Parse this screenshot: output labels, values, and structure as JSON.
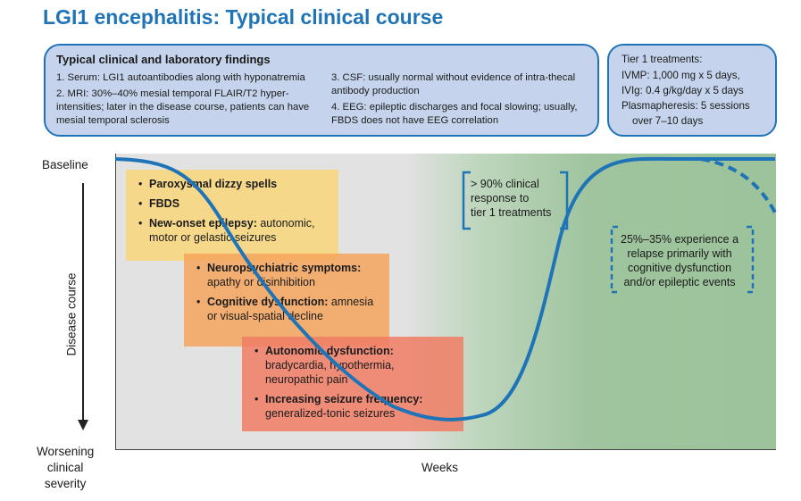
{
  "title": "LGI1 encephalitis: Typical clinical course",
  "findings": {
    "title": "Typical clinical and laboratory findings",
    "items": [
      "1. Serum: LGI1 autoantibodies along with hyponatremia",
      "2. MRI: 30%–40% mesial temporal FLAIR/T2 hyper-intensities; later in the disease course, patients can have mesial temporal sclerosis",
      "3. CSF: usually normal without evidence of intra-thecal antibody production",
      "4. EEG: epileptic discharges and focal slowing; usually, FBDS does not have EEG correlation"
    ]
  },
  "tier1": {
    "title": "Tier 1 treatments:",
    "lines": [
      "IVMP: 1,000 mg x 5 days,",
      "IVIg: 0.4 g/kg/day x 5 days",
      "Plasmapheresis: 5 sessions",
      "over 7–10 days"
    ]
  },
  "axes": {
    "y_top": "Baseline",
    "y_bottom_lines": [
      "Worsening",
      "clinical",
      "severity"
    ],
    "y_label": "Disease course",
    "x_label": "Weeks"
  },
  "boxes": [
    {
      "items": [
        {
          "bold": "Paroxysmal dizzy spells",
          "text": ""
        },
        {
          "bold": "FBDS",
          "text": ""
        },
        {
          "bold": "New-onset epilepsy:",
          "text": " autonomic, motor or gelastic seizures"
        }
      ]
    },
    {
      "items": [
        {
          "bold": "Neuropsychiatric symptoms:",
          "text": " apathy or disinhibition"
        },
        {
          "bold": "Cognitive dysfunction:",
          "text": " amnesia or visual-spatial decline"
        }
      ]
    },
    {
      "items": [
        {
          "bold": "Autonomic dysfunction:",
          "text": " bradycardia, hypothermia, neuropathic pain"
        },
        {
          "bold": "Increasing seizure frequency:",
          "text": " generalized-tonic seizures"
        }
      ]
    }
  ],
  "response_note": [
    "> 90% clinical",
    "response to",
    "tier 1 treatments"
  ],
  "relapse_note": [
    "25%–35% experience a",
    "relapse primarily with",
    "cognitive dysfunction",
    "and/or epileptic events"
  ],
  "colors": {
    "accent_blue": "#1f74b8",
    "panel_fill": "#c5d4ec",
    "box_yellow": "#f8d67a",
    "box_orange": "#f5a55c",
    "box_red": "#f07c64",
    "recovery_green": "#9cc39b"
  }
}
